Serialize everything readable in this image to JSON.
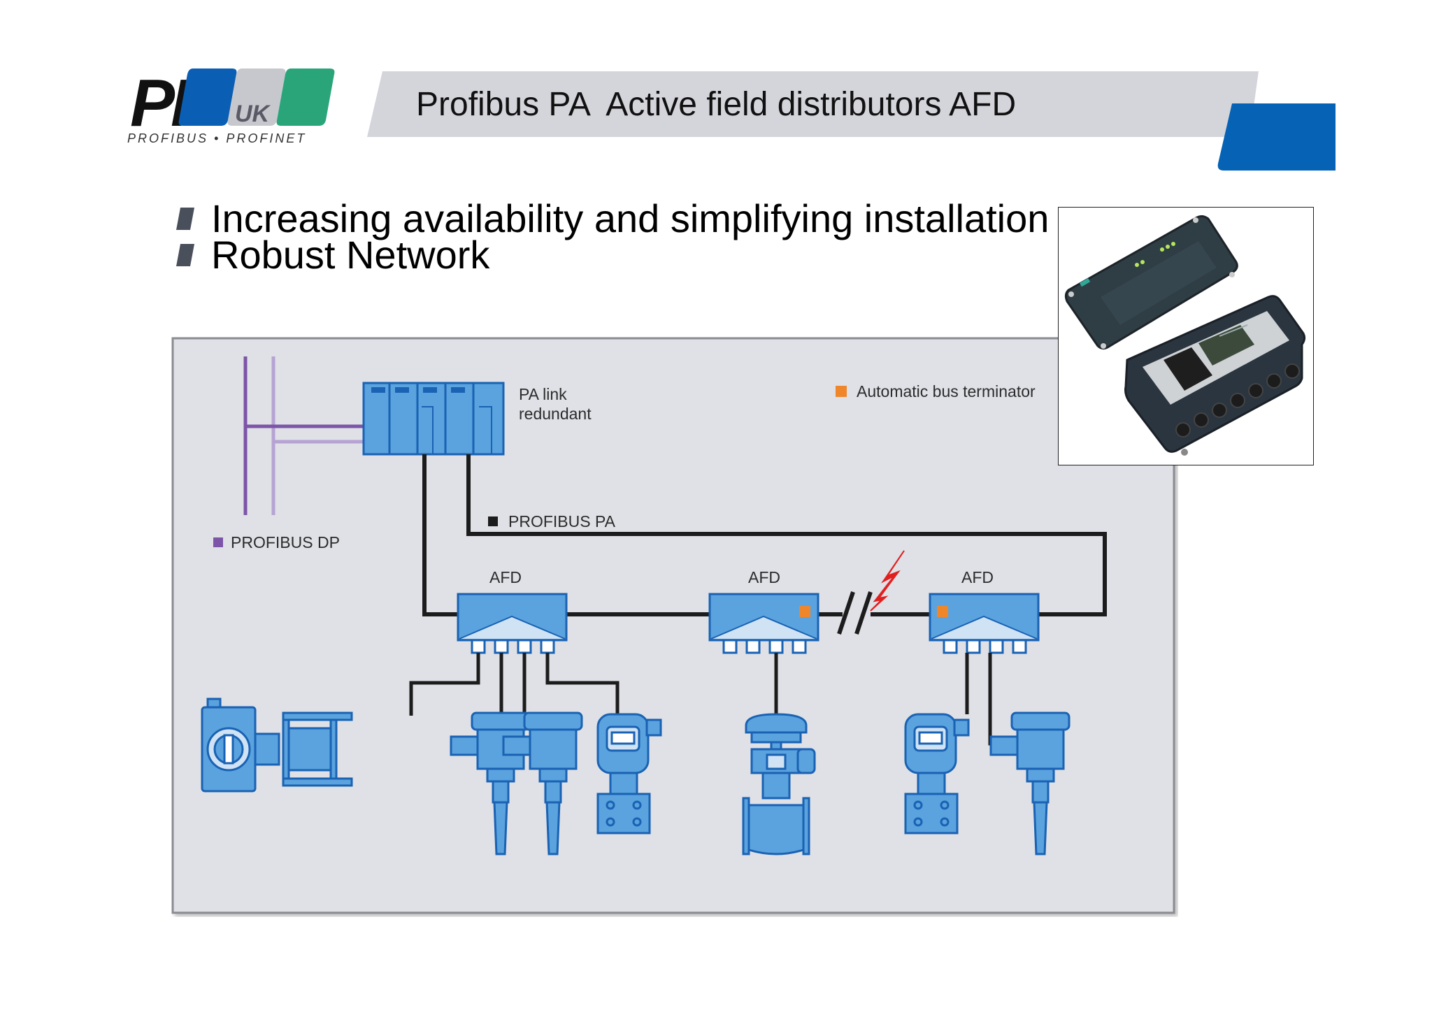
{
  "logo": {
    "mark": "PI",
    "region": "UK",
    "tagline": "PROFIBUS • PROFINET"
  },
  "title": "Profibus PA  Active field distributors AFD",
  "bullets": [
    "Increasing availability and simplifying installation",
    "Robust Network"
  ],
  "diagram": {
    "pa_link_label_1": "PA link",
    "pa_link_label_2": "redundant",
    "legend_terminator": "Automatic bus terminator",
    "legend_profibus_pa": "PROFIBUS PA",
    "legend_profibus_dp": "PROFIBUS DP",
    "afd_labels": [
      "AFD",
      "AFD",
      "AFD"
    ]
  },
  "colors": {
    "logo_blue": "#0a5fb4",
    "logo_grey": "#c7c8ce",
    "logo_green": "#2aa57a",
    "title_bar": "#d4d5db",
    "accent_blue": "#0562b5",
    "diagram_bg": "#dfe1e6",
    "device_fill": "#5aa3de",
    "device_stroke": "#1a62b3",
    "bus_line": "#1c1c1c",
    "dp_line": "#7d55a8",
    "terminator": "#f0862a",
    "fault": "#e02020"
  }
}
